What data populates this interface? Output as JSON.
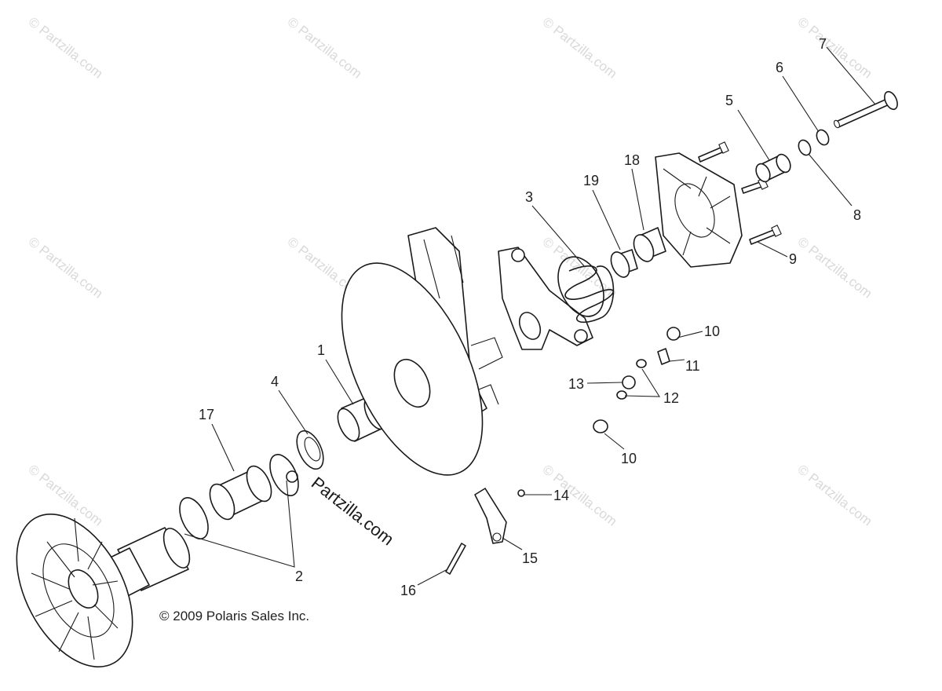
{
  "watermark": {
    "text": "© Partzilla.com",
    "center_text": "Partzilla.com"
  },
  "copyright": "© 2009 Polaris Sales Inc.",
  "callouts": [
    {
      "id": "c1",
      "label": "1"
    },
    {
      "id": "c2",
      "label": "2"
    },
    {
      "id": "c3",
      "label": "3"
    },
    {
      "id": "c4",
      "label": "4"
    },
    {
      "id": "c5",
      "label": "5"
    },
    {
      "id": "c6",
      "label": "6"
    },
    {
      "id": "c7",
      "label": "7"
    },
    {
      "id": "c8",
      "label": "8"
    },
    {
      "id": "c9",
      "label": "9"
    },
    {
      "id": "c10a",
      "label": "10"
    },
    {
      "id": "c10b",
      "label": "10"
    },
    {
      "id": "c11",
      "label": "11"
    },
    {
      "id": "c12",
      "label": "12"
    },
    {
      "id": "c13",
      "label": "13"
    },
    {
      "id": "c14",
      "label": "14"
    },
    {
      "id": "c15",
      "label": "15"
    },
    {
      "id": "c16",
      "label": "16"
    },
    {
      "id": "c17",
      "label": "17"
    },
    {
      "id": "c18",
      "label": "18"
    },
    {
      "id": "c19",
      "label": "19"
    }
  ]
}
